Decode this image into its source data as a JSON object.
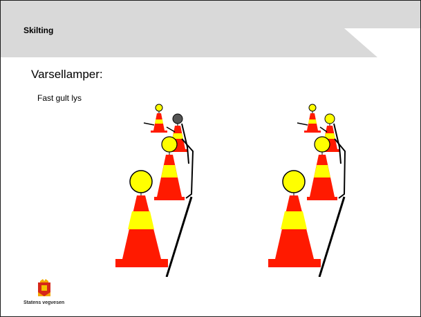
{
  "header": {
    "section_title": "Skilting"
  },
  "slide": {
    "heading": "Varsellamper:",
    "subtext": "Fast gult lys"
  },
  "illustration": {
    "left_group": {
      "lamp_states": [
        "on",
        "off",
        "on",
        "on"
      ]
    },
    "right_group": {
      "lamp_states": [
        "on",
        "on",
        "on",
        "on"
      ]
    }
  },
  "footer": {
    "logo_text": "Statens vegvesen"
  },
  "colors": {
    "cone_red": "#ff1a00",
    "cone_stripe": "#ffff00",
    "lamp_on": "#ffff00",
    "lamp_off": "#555555",
    "header_bg": "#d9d9d9"
  }
}
